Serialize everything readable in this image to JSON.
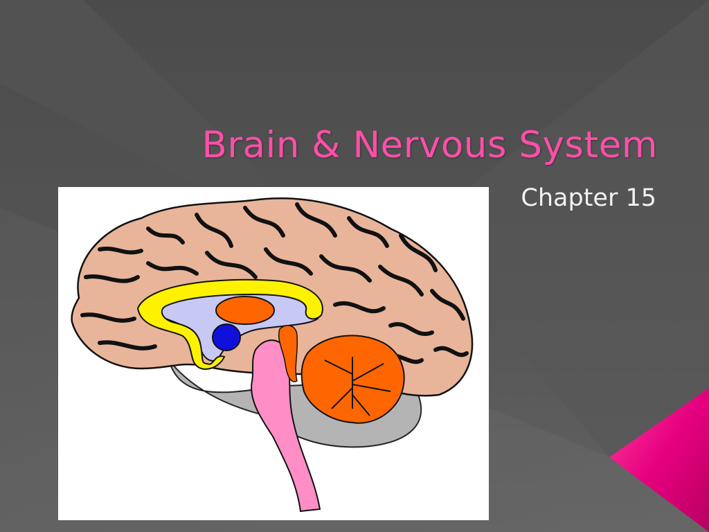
{
  "slide": {
    "title": "Brain & Nervous System",
    "subtitle": "Chapter 15"
  },
  "image": {
    "subject": "brain-midsagittal-illustration"
  },
  "colors": {
    "background": "#4a4a4a",
    "title": "#ff4fa8",
    "subtitle": "#f2f2f2",
    "accent": "#e6007e",
    "cortex": "#e8b59a",
    "corpus_callosum": "#fff200",
    "thalamus": "#ff6600",
    "hypothalamus": "#1010dd",
    "brainstem": "#ff8ec6",
    "cerebellum": "#ff6600",
    "ventricle": "#c8c8f5",
    "gray_matter": "#b4b4b4"
  }
}
